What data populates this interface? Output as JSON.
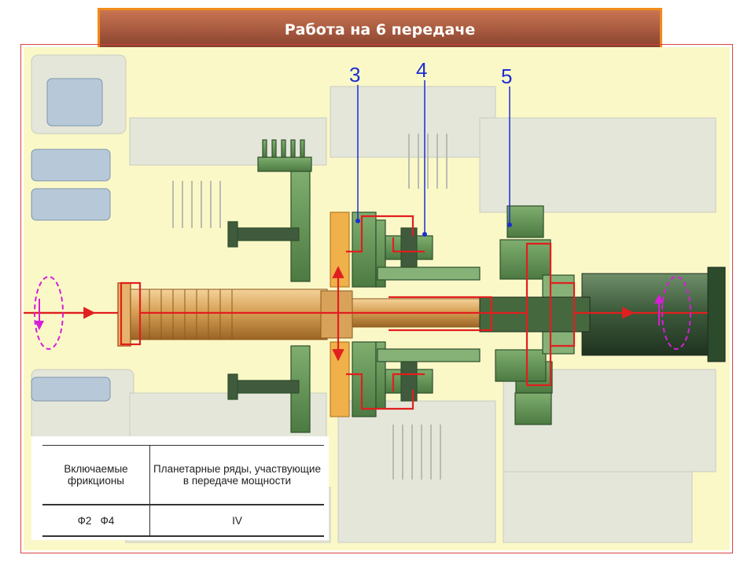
{
  "slide": {
    "title": "Работа на 6 передаче"
  },
  "callouts": [
    "3",
    "4",
    "5"
  ],
  "legend": {
    "header_clutches": "Включаемые фрикционы",
    "header_planetary": "Планетарные ряды, участвующие в передаче мощности",
    "value_clutches": "Ф2   Ф4",
    "value_planetary": "IV"
  },
  "colors": {
    "title_border": "#f28c1c",
    "title_bg": "#a85a3f",
    "callout": "#1c2fd0",
    "power_flow": "#e01f1f",
    "rotation_arrow": "#d81ed8",
    "active_parts": "#5f8f52",
    "shaft": "#c98a3c",
    "background": "#fbf8c8"
  }
}
